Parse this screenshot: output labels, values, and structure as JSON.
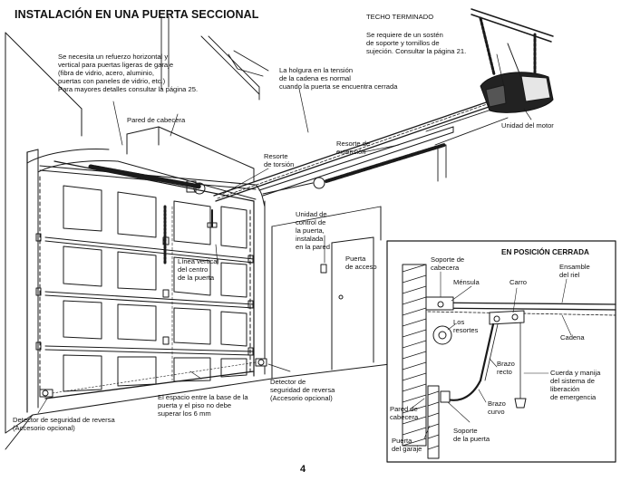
{
  "title": "INSTALACIÓN EN UNA PUERTA SECCIONAL",
  "page_number": "4",
  "labels": {
    "techo_terminado": "TECHO TERMINADO",
    "sosten_soporte": "Se requiere de un sostén\nde soporte y tornillos de\nsujeción. Consultar la página 21.",
    "refuerzo": "Se necesita un refuerzo horizontal y\nvertical para puertas ligeras de garaje\n(fibra de vidrio, acero, aluminio,\npuertas con paneles de vidrio, etc.)\nPara mayores detalles consultar la página 25.",
    "holgura": "La holgura en la tensión\nde la cadena es normal\ncuando la puerta se encuentra cerrada",
    "unidad_motor": "Unidad del motor",
    "pared_cabecera": "Pared de cabecera",
    "resorte_torsion": "Resorte\nde torsión",
    "resorte_extension": "Resorte de\nextensión",
    "unidad_control": "Unidad de\ncontrol de\nla puerta,\ninstalada\nen la pared",
    "puerta_acceso": "Puerta\nde acceso",
    "linea_vertical": "Línea vertical\ndel centro\nde la puerta",
    "detector_der": "Detector de\nseguridad de reversa\n(Accesorio opcional)",
    "espacio_piso": "El espacio entre la base de la\npuerta y el piso no debe\nsuperar los 6 mm",
    "detector_izq": "Detector de seguridad de reversa\n(Accesorio opcional)"
  },
  "inset": {
    "title": "EN POSICIÓN CERRADA",
    "soporte_cabecera": "Soporte de\ncabecera",
    "mensula": "Ménsula",
    "carro": "Carro",
    "ensamble_riel": "Ensamble\ndel riel",
    "los_resortes": "Los\nresortes",
    "cadena": "Cadena",
    "brazo_recto": "Brazo\nrecto",
    "cuerda_manija": "Cuerda y manija\ndel sistema de\nliberación\nde emergencia",
    "pared_cabecera": "Pared de\ncabecera",
    "brazo_curvo": "Brazo\ncurvo",
    "puerta_garaje": "Puerta\ndel garaje",
    "soporte_puerta": "Soporte\nde la puerta"
  }
}
